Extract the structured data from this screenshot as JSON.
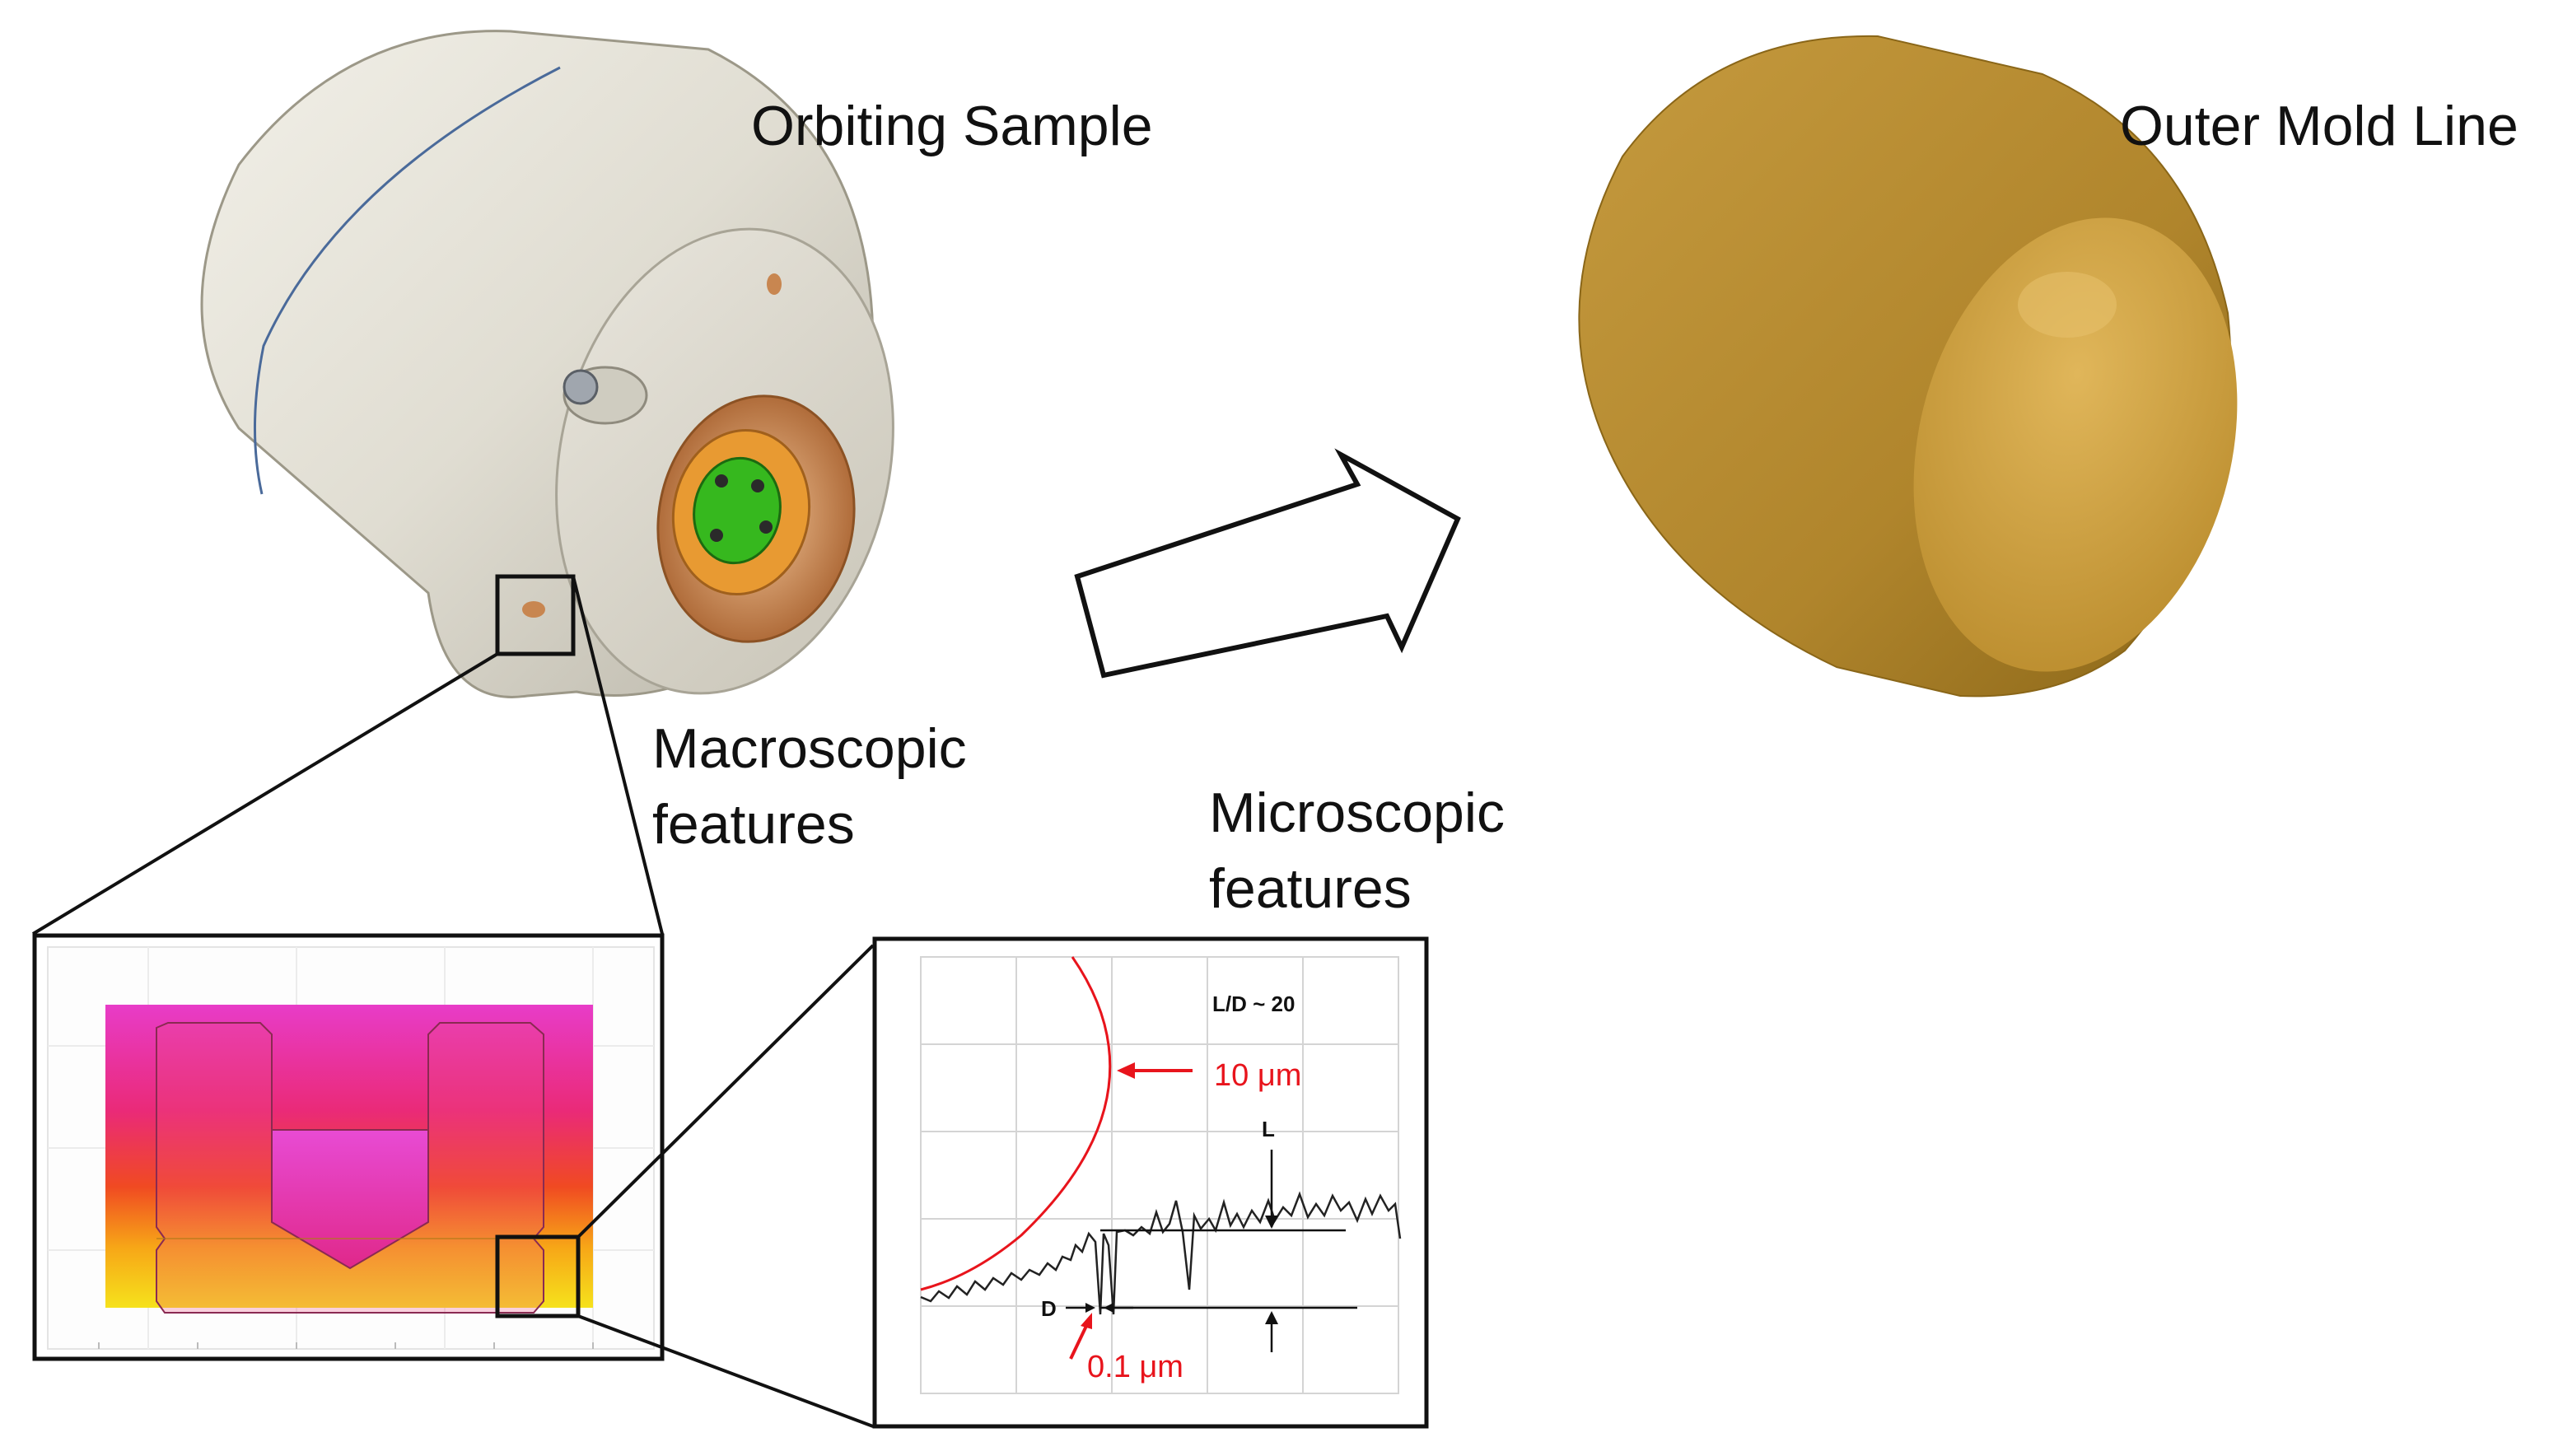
{
  "labels": {
    "orbiting_sample": "Orbiting Sample",
    "outer_mold_line": "Outer Mold Line",
    "macroscopic_line1": "Macroscopic",
    "macroscopic_line2": "features",
    "microscopic_line1": "Microscopic",
    "microscopic_line2": "features"
  },
  "profile_inset": {
    "ld_label": "L/D ~ 20",
    "radius_label": "10 μm",
    "l_label": "L",
    "d_label": "D",
    "depth_label": "0.1 μm"
  },
  "colors": {
    "orbiting_body": "#e2e0d6",
    "mold_line_body": "#c89a3a",
    "heat_map_top": "#e83cc8",
    "heat_map_bottom": "#f6e21c",
    "annotation_red": "#e8141c"
  }
}
